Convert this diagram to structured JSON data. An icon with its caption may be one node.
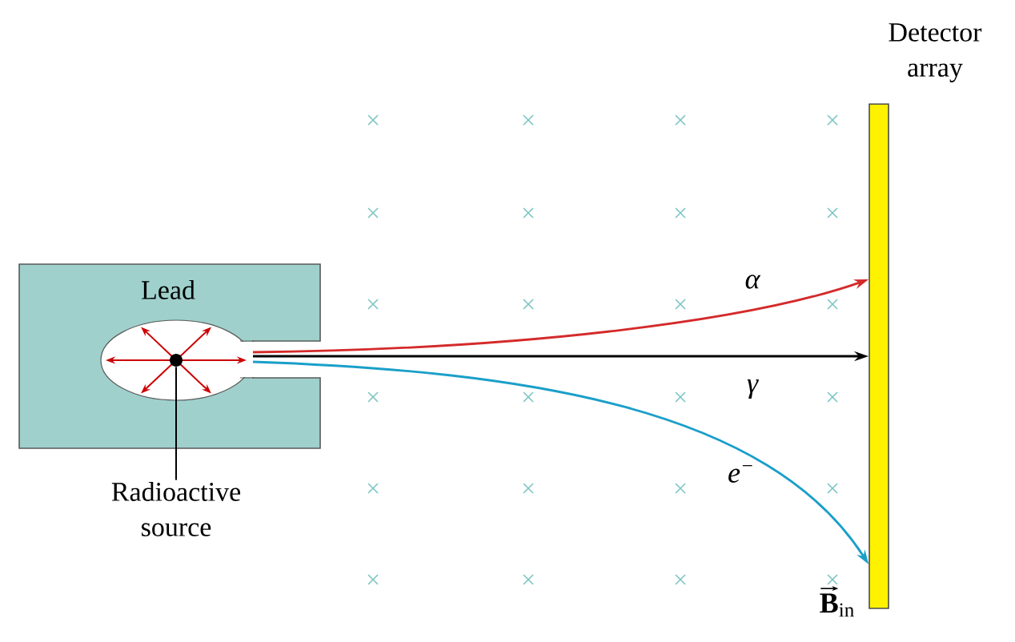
{
  "diagram": {
    "nodes": [
      {
        "text": [
          "Lead"
        ]
      },
      {
        "text": [],
        "shape": "circle",
        "in": 0
      },
      {
        "text": [
          "Radioactive source"
        ]
      },
      {
        "text": [
          "Detector array"
        ]
      }
    ],
    "edges": [
      {
        "from": 0,
        "to": 3,
        "arrow": "to",
        "label": "α",
        "color": "#d42a2a"
      },
      {
        "from": 0,
        "to": 3,
        "arrow": "to",
        "label": "γ"
      },
      {
        "from": 0,
        "to": 3,
        "arrow": "to",
        "label": "e$^{−}$",
        "color": "#1a9fc9"
      },
      {
        "from": 2,
        "to": 1,
        "arrow": "none"
      }
    ],
    "labels": [
      "**B**$_{in}$"
    ]
  }
}
